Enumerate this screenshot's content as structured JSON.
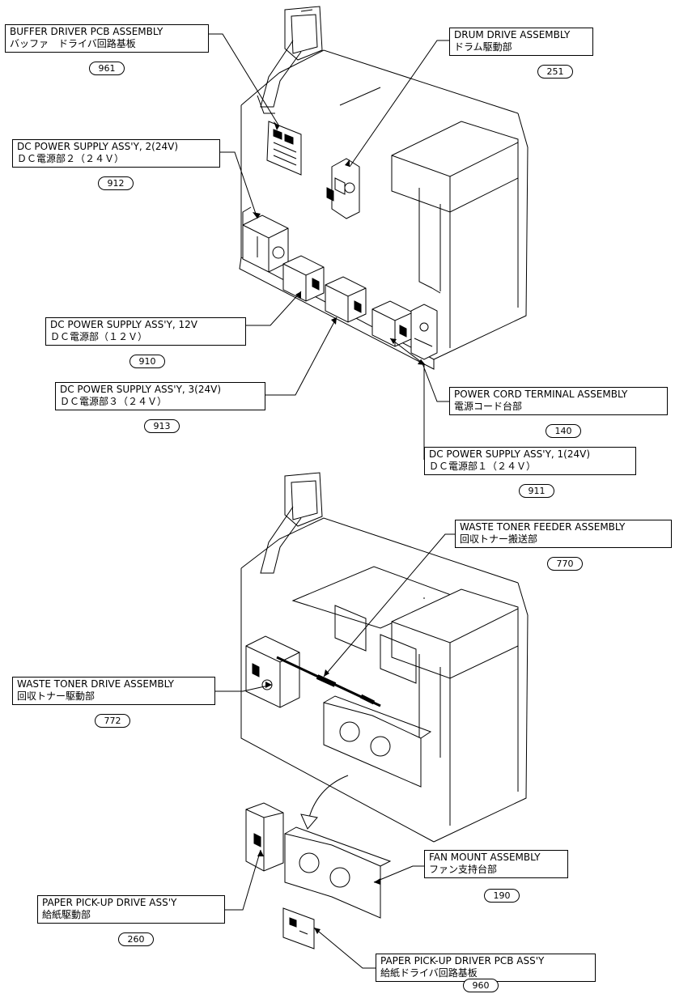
{
  "callouts": [
    {
      "id": "buffer-driver-pcb",
      "en": "BUFFER DRIVER PCB ASSEMBLY",
      "jp": "バッファ　ドライバ回路基板",
      "ref": "961"
    },
    {
      "id": "drum-drive",
      "en": "DRUM DRIVE ASSEMBLY",
      "jp": "ドラム駆動部",
      "ref": "251"
    },
    {
      "id": "dc-power-2",
      "en": "DC POWER SUPPLY ASS'Y, 2(24V)",
      "jp": "ＤＣ電源部２（２４Ｖ）",
      "ref": "912"
    },
    {
      "id": "dc-power-12v",
      "en": "DC POWER SUPPLY ASS'Y, 12V",
      "jp": "ＤＣ電源部（１２Ｖ）",
      "ref": "910"
    },
    {
      "id": "dc-power-3",
      "en": "DC POWER SUPPLY ASS'Y, 3(24V)",
      "jp": "ＤＣ電源部３（２４Ｖ）",
      "ref": "913"
    },
    {
      "id": "power-cord-terminal",
      "en": "POWER CORD TERMINAL ASSEMBLY",
      "jp": "電源コード台部",
      "ref": "140"
    },
    {
      "id": "dc-power-1",
      "en": "DC POWER SUPPLY ASS'Y, 1(24V)",
      "jp": "ＤＣ電源部１（２４Ｖ）",
      "ref": "911"
    },
    {
      "id": "waste-toner-feeder",
      "en": "WASTE TONER FEEDER ASSEMBLY",
      "jp": "回収トナー搬送部",
      "ref": "770"
    },
    {
      "id": "waste-toner-drive",
      "en": "WASTE TONER DRIVE ASSEMBLY",
      "jp": "回収トナー駆動部",
      "ref": "772"
    },
    {
      "id": "fan-mount",
      "en": "FAN MOUNT ASSEMBLY",
      "jp": "ファン支持台部",
      "ref": "190"
    },
    {
      "id": "paper-pickup-drive",
      "en": "PAPER PICK-UP DRIVE ASS'Y",
      "jp": "給紙駆動部",
      "ref": "260"
    },
    {
      "id": "paper-pickup-driver-pcb",
      "en": "PAPER PICK-UP DRIVER PCB ASS'Y",
      "jp": "給紙ドライバ回路基板",
      "ref": "960"
    }
  ]
}
